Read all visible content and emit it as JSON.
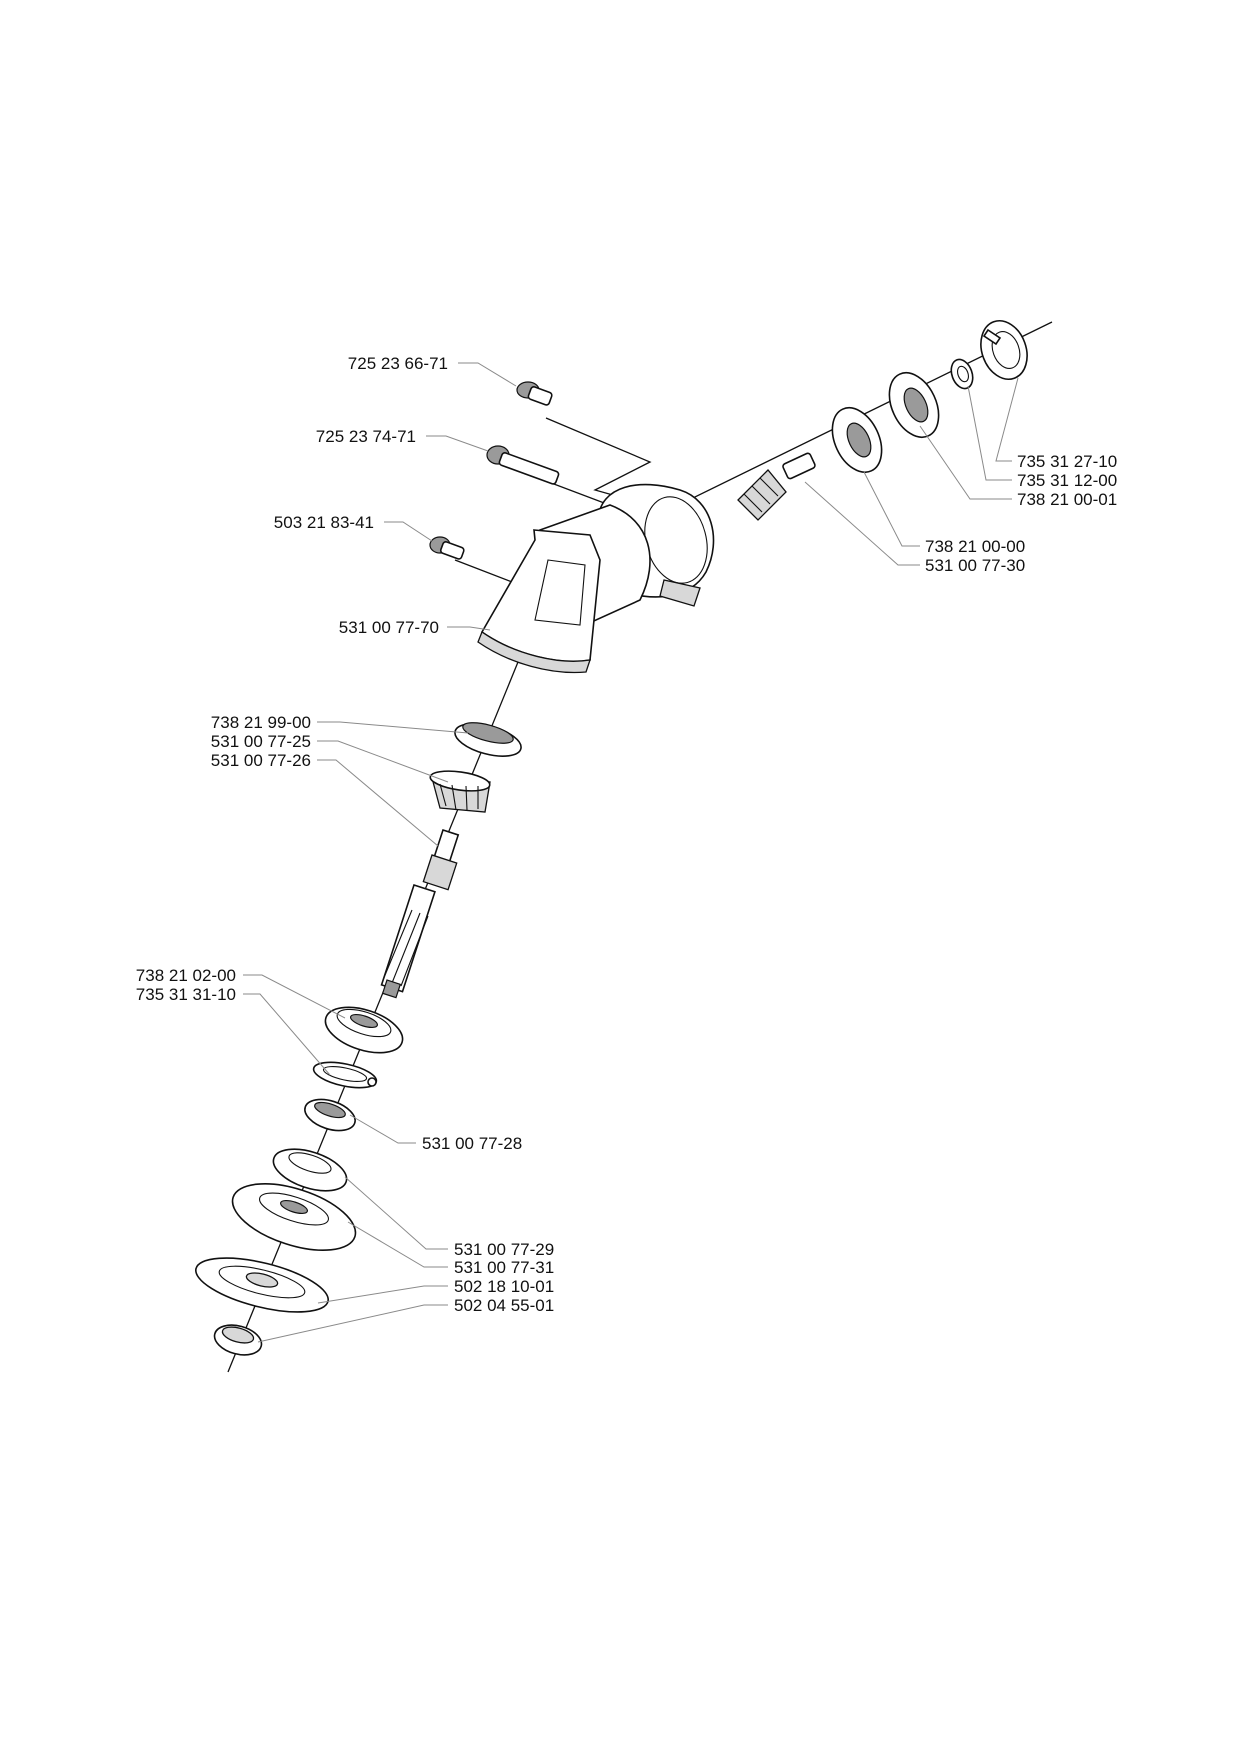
{
  "diagram": {
    "labels": {
      "bolt_short": "725 23 66-71",
      "bolt_long": "725 23 74-71",
      "screw_small": "503 21 83-41",
      "gear_housing": "531 00 77-70",
      "bearing_upper_shaft": "738 21 99-00",
      "bevel_gear_large": "531 00 77-25",
      "output_shaft": "531 00 77-26",
      "bearing_lower": "738 21 02-00",
      "circlip_lower": "735 31 31-10",
      "spacer_ring": "531 00 77-28",
      "support_washer": "531 00 77-29",
      "flange_upper": "531 00 77-31",
      "flange_lower": "502 18 10-01",
      "nut": "502 04 55-01",
      "circlip_outer": "735 31 27-10",
      "circlip_inner": "735 31 12-00",
      "bearing_outer": "738 21 00-01",
      "bearing_inner": "738 21 00-00",
      "pinion_gear": "531 00 77-30"
    }
  }
}
